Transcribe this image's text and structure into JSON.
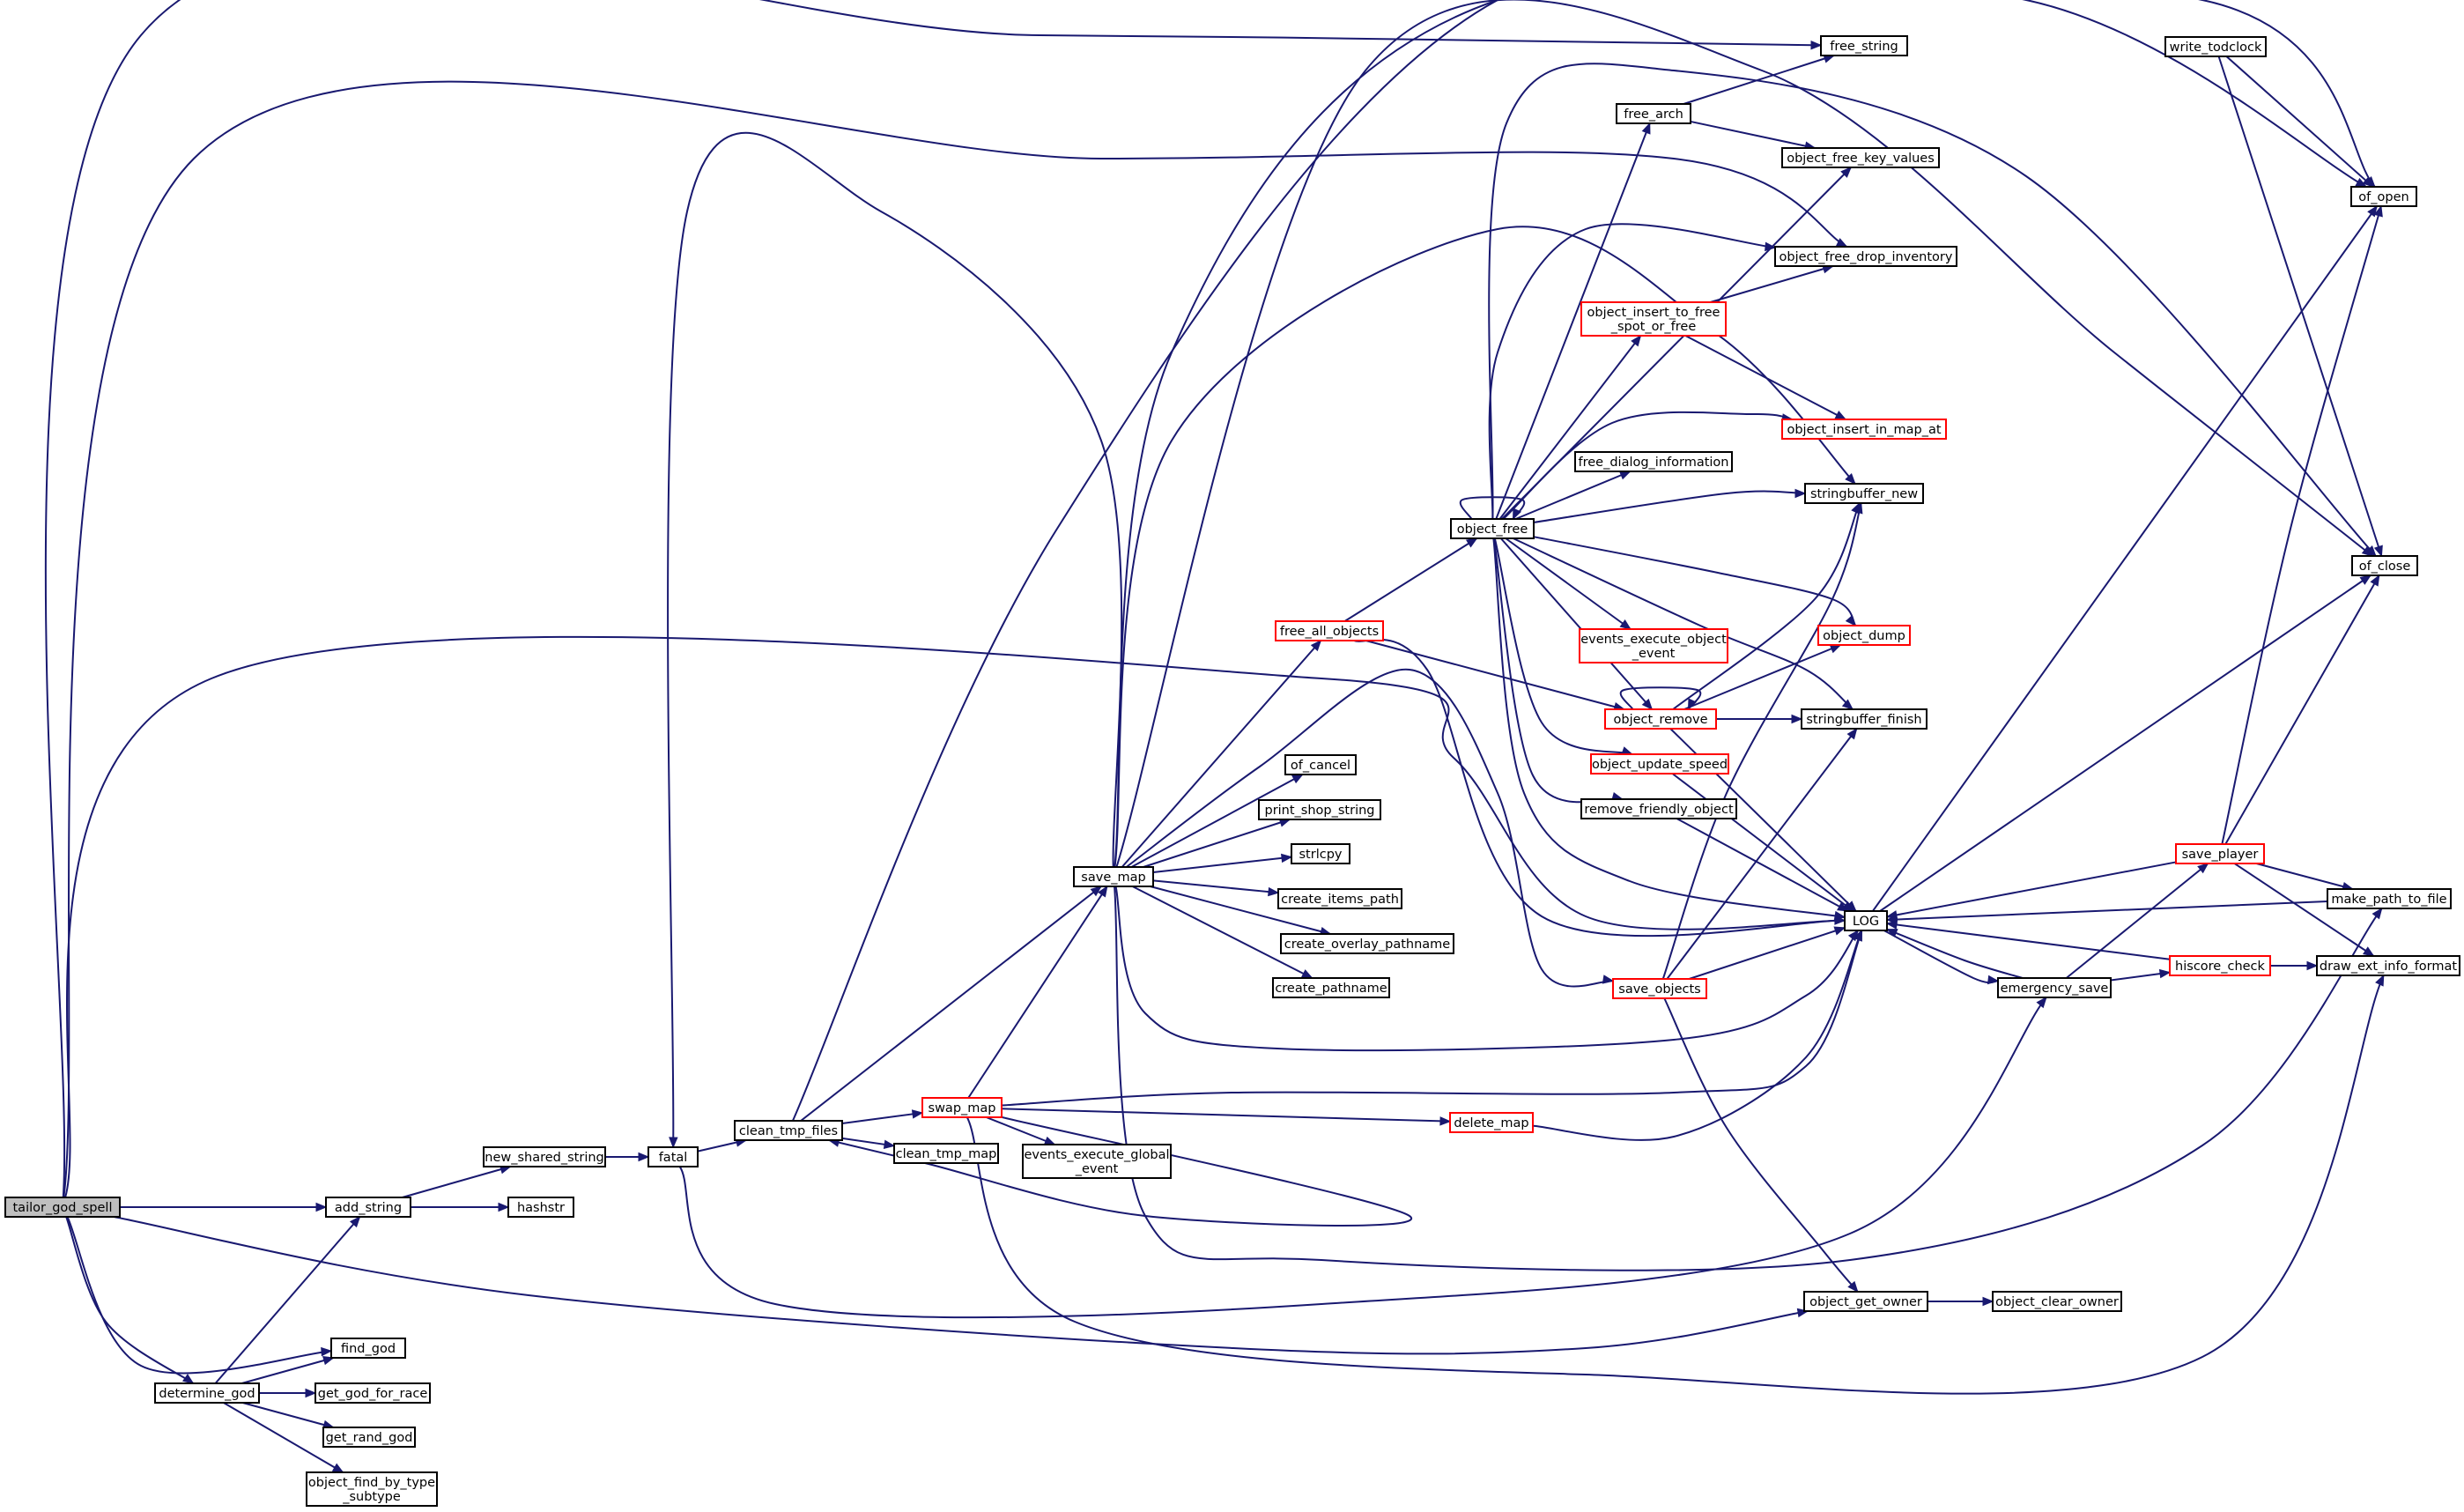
{
  "colors": {
    "edge": "#191970",
    "node_border": "#000000",
    "node_border_truncated": "#ff0000",
    "root_fill": "#bfbfbf",
    "background": "#ffffff"
  },
  "nodes": [
    {
      "id": "tailor_god_spell",
      "lines": [
        "tailor_god_spell"
      ],
      "root": true
    },
    {
      "id": "add_string",
      "lines": [
        "add_string"
      ]
    },
    {
      "id": "new_shared_string",
      "lines": [
        "new_shared_string"
      ]
    },
    {
      "id": "hashstr",
      "lines": [
        "hashstr"
      ]
    },
    {
      "id": "fatal",
      "lines": [
        "fatal"
      ]
    },
    {
      "id": "clean_tmp_files",
      "lines": [
        "clean_tmp_files"
      ]
    },
    {
      "id": "clean_tmp_map",
      "lines": [
        "clean_tmp_map"
      ]
    },
    {
      "id": "swap_map",
      "lines": [
        "swap_map"
      ],
      "red": true
    },
    {
      "id": "events_execute_global_event",
      "lines": [
        "events_execute_global",
        "_event"
      ]
    },
    {
      "id": "delete_map",
      "lines": [
        "delete_map"
      ],
      "red": true
    },
    {
      "id": "save_map",
      "lines": [
        "save_map"
      ]
    },
    {
      "id": "of_cancel",
      "lines": [
        "of_cancel"
      ]
    },
    {
      "id": "print_shop_string",
      "lines": [
        "print_shop_string"
      ]
    },
    {
      "id": "strlcpy",
      "lines": [
        "strlcpy"
      ]
    },
    {
      "id": "create_items_path",
      "lines": [
        "create_items_path"
      ]
    },
    {
      "id": "create_overlay_pathname",
      "lines": [
        "create_overlay_pathname"
      ]
    },
    {
      "id": "create_pathname",
      "lines": [
        "create_pathname"
      ]
    },
    {
      "id": "free_all_objects",
      "lines": [
        "free_all_objects"
      ],
      "red": true
    },
    {
      "id": "save_objects",
      "lines": [
        "save_objects"
      ],
      "red": true
    },
    {
      "id": "object_free",
      "lines": [
        "object_free"
      ]
    },
    {
      "id": "free_arch",
      "lines": [
        "free_arch"
      ]
    },
    {
      "id": "free_string",
      "lines": [
        "free_string"
      ]
    },
    {
      "id": "object_free_key_values",
      "lines": [
        "object_free_key_values"
      ]
    },
    {
      "id": "object_free_drop_inventory",
      "lines": [
        "object_free_drop_inventory"
      ]
    },
    {
      "id": "object_insert_to_free_spot_or_free",
      "lines": [
        "object_insert_to_free",
        "_spot_or_free"
      ],
      "red": true
    },
    {
      "id": "object_insert_in_map_at",
      "lines": [
        "object_insert_in_map_at"
      ],
      "red": true
    },
    {
      "id": "free_dialog_information",
      "lines": [
        "free_dialog_information"
      ]
    },
    {
      "id": "stringbuffer_new",
      "lines": [
        "stringbuffer_new"
      ]
    },
    {
      "id": "events_execute_object_event",
      "lines": [
        "events_execute_object",
        "_event"
      ],
      "red": true
    },
    {
      "id": "object_dump",
      "lines": [
        "object_dump"
      ],
      "red": true
    },
    {
      "id": "object_remove",
      "lines": [
        "object_remove"
      ],
      "red": true
    },
    {
      "id": "stringbuffer_finish",
      "lines": [
        "stringbuffer_finish"
      ]
    },
    {
      "id": "object_update_speed",
      "lines": [
        "object_update_speed"
      ],
      "red": true
    },
    {
      "id": "remove_friendly_object",
      "lines": [
        "remove_friendly_object"
      ]
    },
    {
      "id": "LOG",
      "lines": [
        "LOG"
      ]
    },
    {
      "id": "emergency_save",
      "lines": [
        "emergency_save"
      ]
    },
    {
      "id": "save_player",
      "lines": [
        "save_player"
      ],
      "red": true
    },
    {
      "id": "hiscore_check",
      "lines": [
        "hiscore_check"
      ],
      "red": true
    },
    {
      "id": "make_path_to_file",
      "lines": [
        "make_path_to_file"
      ]
    },
    {
      "id": "draw_ext_info_format",
      "lines": [
        "draw_ext_info_format"
      ]
    },
    {
      "id": "write_todclock",
      "lines": [
        "write_todclock"
      ]
    },
    {
      "id": "of_open",
      "lines": [
        "of_open"
      ]
    },
    {
      "id": "of_close",
      "lines": [
        "of_close"
      ]
    },
    {
      "id": "object_get_owner",
      "lines": [
        "object_get_owner"
      ]
    },
    {
      "id": "object_clear_owner",
      "lines": [
        "object_clear_owner"
      ]
    },
    {
      "id": "find_god",
      "lines": [
        "find_god"
      ]
    },
    {
      "id": "determine_god",
      "lines": [
        "determine_god"
      ]
    },
    {
      "id": "get_god_for_race",
      "lines": [
        "get_god_for_race"
      ]
    },
    {
      "id": "get_rand_god",
      "lines": [
        "get_rand_god"
      ]
    },
    {
      "id": "object_find_by_type_subtype",
      "lines": [
        "object_find_by_type",
        "_subtype"
      ]
    }
  ],
  "edges": [
    [
      "tailor_god_spell",
      "add_string"
    ],
    [
      "tailor_god_spell",
      "free_string"
    ],
    [
      "tailor_god_spell",
      "object_free_drop_inventory"
    ],
    [
      "tailor_god_spell",
      "LOG"
    ],
    [
      "tailor_god_spell",
      "object_get_owner"
    ],
    [
      "tailor_god_spell",
      "find_god"
    ],
    [
      "tailor_god_spell",
      "determine_god"
    ],
    [
      "add_string",
      "new_shared_string"
    ],
    [
      "add_string",
      "hashstr"
    ],
    [
      "new_shared_string",
      "fatal"
    ],
    [
      "fatal",
      "clean_tmp_files"
    ],
    [
      "fatal",
      "emergency_save"
    ],
    [
      "clean_tmp_files",
      "save_map"
    ],
    [
      "clean_tmp_files",
      "swap_map"
    ],
    [
      "clean_tmp_files",
      "clean_tmp_map"
    ],
    [
      "clean_tmp_files",
      "of_open"
    ],
    [
      "swap_map",
      "save_map"
    ],
    [
      "swap_map",
      "events_execute_global_event"
    ],
    [
      "swap_map",
      "delete_map"
    ],
    [
      "swap_map",
      "LOG"
    ],
    [
      "swap_map",
      "clean_tmp_files"
    ],
    [
      "swap_map",
      "draw_ext_info_format"
    ],
    [
      "delete_map",
      "LOG"
    ],
    [
      "save_map",
      "of_cancel"
    ],
    [
      "save_map",
      "print_shop_string"
    ],
    [
      "save_map",
      "strlcpy"
    ],
    [
      "save_map",
      "create_items_path"
    ],
    [
      "save_map",
      "create_overlay_pathname"
    ],
    [
      "save_map",
      "create_pathname"
    ],
    [
      "save_map",
      "free_all_objects"
    ],
    [
      "save_map",
      "save_objects"
    ],
    [
      "save_map",
      "LOG"
    ],
    [
      "save_map",
      "of_open"
    ],
    [
      "save_map",
      "of_close"
    ],
    [
      "save_map",
      "stringbuffer_new"
    ],
    [
      "save_map",
      "make_path_to_file"
    ],
    [
      "save_map",
      "fatal"
    ],
    [
      "free_all_objects",
      "object_free"
    ],
    [
      "free_all_objects",
      "object_remove"
    ],
    [
      "free_all_objects",
      "LOG"
    ],
    [
      "object_free",
      "object_free"
    ],
    [
      "object_free",
      "free_arch"
    ],
    [
      "object_free",
      "object_free_key_values"
    ],
    [
      "object_free",
      "object_free_drop_inventory"
    ],
    [
      "object_free",
      "object_insert_to_free_spot_or_free"
    ],
    [
      "object_free",
      "object_insert_in_map_at"
    ],
    [
      "object_free",
      "free_dialog_information"
    ],
    [
      "object_free",
      "stringbuffer_new"
    ],
    [
      "object_free",
      "events_execute_object_event"
    ],
    [
      "object_free",
      "object_dump"
    ],
    [
      "object_free",
      "object_remove"
    ],
    [
      "object_free",
      "stringbuffer_finish"
    ],
    [
      "object_free",
      "object_update_speed"
    ],
    [
      "object_free",
      "remove_friendly_object"
    ],
    [
      "object_free",
      "LOG"
    ],
    [
      "free_arch",
      "free_string"
    ],
    [
      "free_arch",
      "object_free_key_values"
    ],
    [
      "object_insert_to_free_spot_or_free",
      "object_free_drop_inventory"
    ],
    [
      "object_insert_to_free_spot_or_free",
      "object_insert_in_map_at"
    ],
    [
      "object_remove",
      "object_remove"
    ],
    [
      "object_remove",
      "object_dump"
    ],
    [
      "object_remove",
      "stringbuffer_new"
    ],
    [
      "object_remove",
      "stringbuffer_finish"
    ],
    [
      "object_remove",
      "LOG"
    ],
    [
      "object_update_speed",
      "LOG"
    ],
    [
      "remove_friendly_object",
      "LOG"
    ],
    [
      "save_objects",
      "LOG"
    ],
    [
      "save_objects",
      "stringbuffer_new"
    ],
    [
      "save_objects",
      "stringbuffer_finish"
    ],
    [
      "save_objects",
      "object_get_owner"
    ],
    [
      "LOG",
      "emergency_save"
    ],
    [
      "LOG",
      "of_open"
    ],
    [
      "LOG",
      "of_close"
    ],
    [
      "emergency_save",
      "LOG"
    ],
    [
      "emergency_save",
      "save_player"
    ],
    [
      "emergency_save",
      "hiscore_check"
    ],
    [
      "save_player",
      "LOG"
    ],
    [
      "save_player",
      "of_open"
    ],
    [
      "save_player",
      "of_close"
    ],
    [
      "save_player",
      "make_path_to_file"
    ],
    [
      "save_player",
      "draw_ext_info_format"
    ],
    [
      "hiscore_check",
      "LOG"
    ],
    [
      "hiscore_check",
      "draw_ext_info_format"
    ],
    [
      "make_path_to_file",
      "LOG"
    ],
    [
      "write_todclock",
      "of_open"
    ],
    [
      "write_todclock",
      "of_close"
    ],
    [
      "object_get_owner",
      "object_clear_owner"
    ],
    [
      "determine_god",
      "add_string"
    ],
    [
      "determine_god",
      "find_god"
    ],
    [
      "determine_god",
      "get_god_for_race"
    ],
    [
      "determine_god",
      "get_rand_god"
    ],
    [
      "determine_god",
      "object_find_by_type_subtype"
    ],
    [
      "object_free",
      "of_close"
    ]
  ]
}
